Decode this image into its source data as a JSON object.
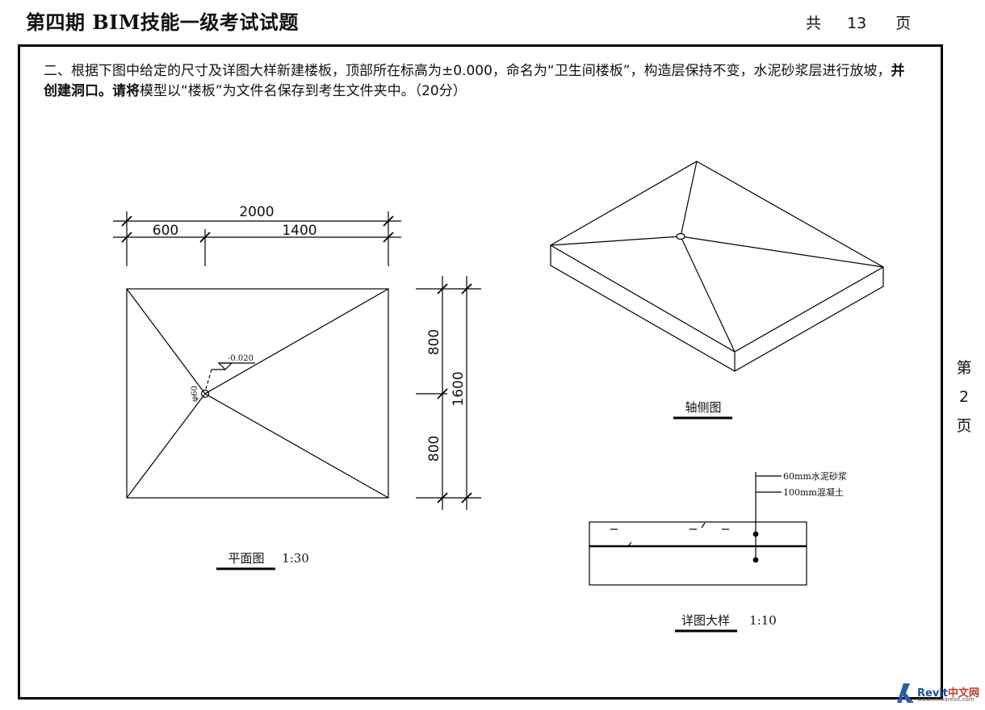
{
  "header": {
    "title": "第四期 BIM技能一级考试试题",
    "pages_prefix": "共",
    "pages_total": "13",
    "pages_suffix": "页"
  },
  "question": {
    "part1": "二、根据下图中给定的尺寸及详图大样新建楼板，顶部所在标高为±0.000，命名为“卫生间楼板”，构造层保持不变，水泥砂浆层进行放坡，",
    "part2_bold": "并创建洞口。请将",
    "part3": "模型以“楼板”为文件名保存到考生文件夹中。（20分）"
  },
  "side_page": {
    "prefix": "第",
    "number": "2",
    "suffix": "页"
  },
  "plan": {
    "dim_total": "2000",
    "dim_left": "600",
    "dim_right": "1400",
    "dim_upper": "800",
    "dim_lower": "800",
    "dim_height": "1600",
    "elevation": "-0.020",
    "hole": "φ60",
    "caption": "平面图",
    "scale": "1:30"
  },
  "axon": {
    "caption": "轴侧图"
  },
  "detail": {
    "layer1": "60mm水泥砂浆",
    "layer2": "100mm混凝土",
    "caption": "详图大样",
    "scale": "1:10"
  },
  "watermark": {
    "brand_a": "Revit",
    "brand_b": "中文网",
    "url": "www.chinarevit.com"
  }
}
